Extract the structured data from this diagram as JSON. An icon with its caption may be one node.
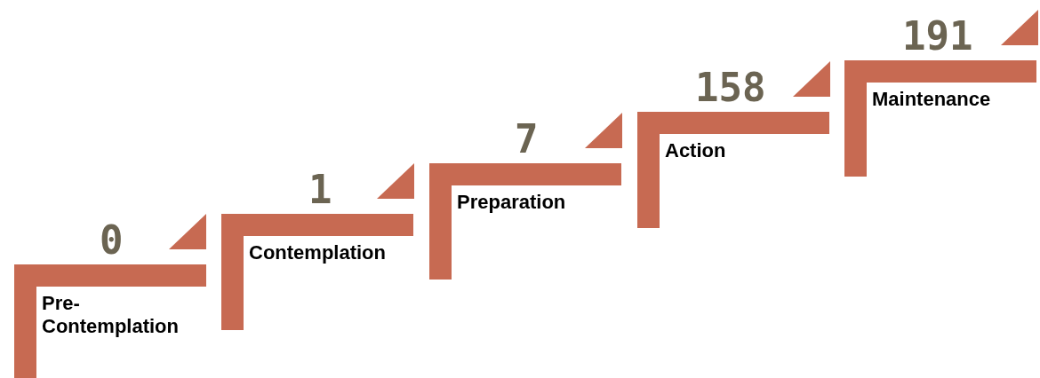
{
  "diagram": {
    "nodes": [
      {
        "text": [
          "Pre-Contemplation"
        ],
        "beside": [
          "0"
        ]
      },
      {
        "text": [
          "Contemplation"
        ],
        "beside": [
          "1"
        ]
      },
      {
        "text": [
          "Preparation"
        ],
        "beside": [
          "7"
        ]
      },
      {
        "text": [
          "Action"
        ],
        "beside": [
          "158"
        ]
      },
      {
        "text": [
          "Maintenance"
        ],
        "beside": [
          "191"
        ]
      }
    ]
  }
}
